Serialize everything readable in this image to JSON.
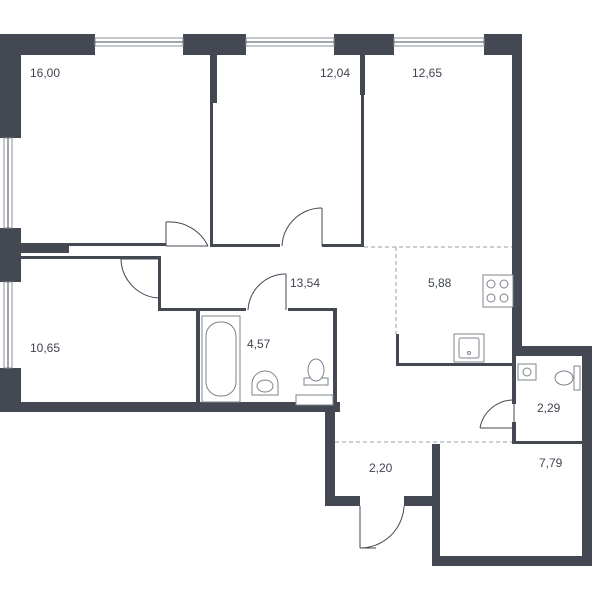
{
  "plan": {
    "colors": {
      "wall": "#434853",
      "label": "#3f4450",
      "fixture": "#7d838d",
      "background": "#ffffff"
    },
    "rooms": [
      {
        "id": "room-1",
        "area": "16,00"
      },
      {
        "id": "room-2",
        "area": "12,04"
      },
      {
        "id": "room-3",
        "area": "12,65"
      },
      {
        "id": "room-4",
        "area": "10,65"
      },
      {
        "id": "hall",
        "area": "13,54"
      },
      {
        "id": "kitchen",
        "area": "5,88"
      },
      {
        "id": "bathroom",
        "area": "4,57"
      },
      {
        "id": "wc",
        "area": "2,29"
      },
      {
        "id": "entry",
        "area": "2,20"
      },
      {
        "id": "room-5",
        "area": "7,79"
      }
    ],
    "icons": [
      "stove-icon",
      "sink-icon",
      "bathtub-icon",
      "washbasin-icon",
      "toilet-icon",
      "washing-machine-icon"
    ]
  }
}
